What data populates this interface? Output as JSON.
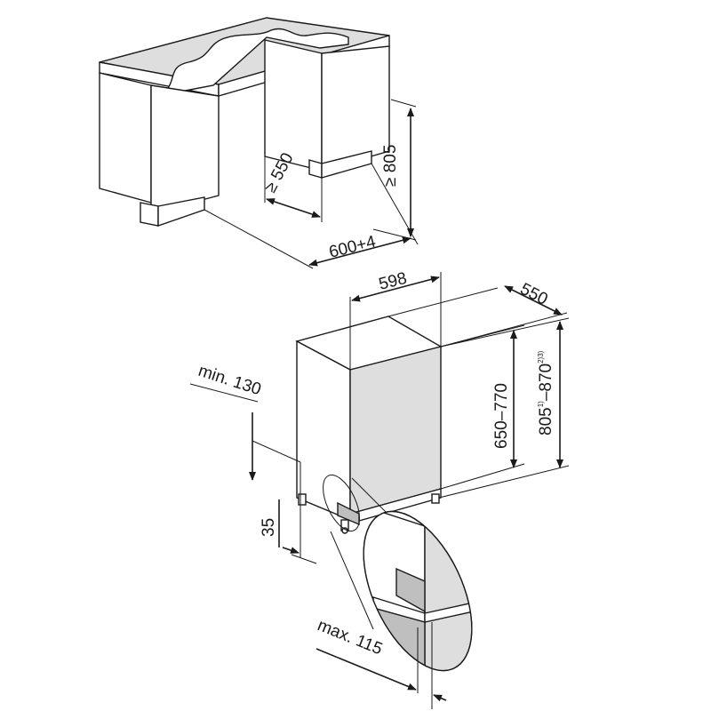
{
  "dimensions": {
    "niche_depth": "≥ 550",
    "niche_height": "≥ 805",
    "niche_width": "600+4",
    "appliance_width": "598",
    "appliance_depth": "550",
    "door_height": "650–770",
    "appliance_height_main": "805",
    "appliance_height_sup1": "1)",
    "appliance_height_dash": "–870",
    "appliance_height_sup2": "2)3)",
    "plinth_min": "min. 130",
    "plinth_offset": "35",
    "plinth_max": "max. 115"
  }
}
